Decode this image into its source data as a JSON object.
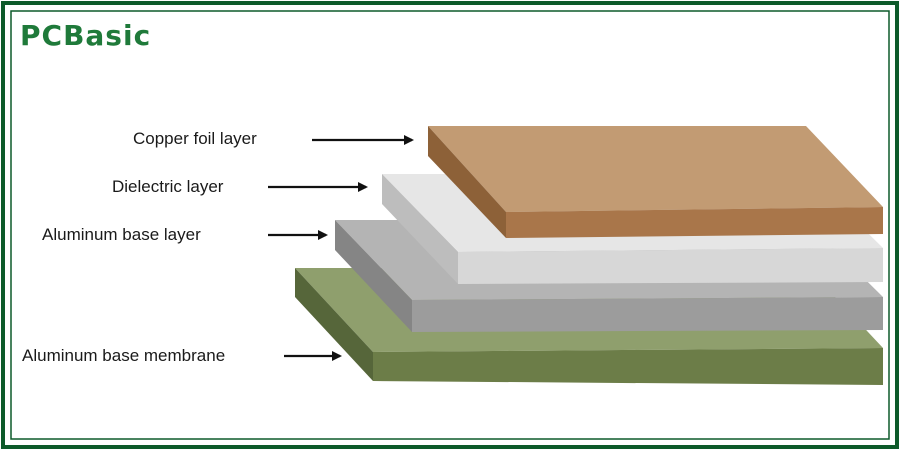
{
  "brand": {
    "logo_text": "PCBasic",
    "color": "#1f7a3a",
    "frame_color": "#0d5a2a"
  },
  "layers": [
    {
      "label": "Copper foil layer",
      "top": "#c29b73",
      "front": "#a9764a",
      "side": "#8d6138"
    },
    {
      "label": "Dielectric layer",
      "top": "#e6e6e6",
      "front": "#d7d7d7",
      "side": "#bdbdbd"
    },
    {
      "label": "Aluminum base layer",
      "top": "#b4b4b4",
      "front": "#9c9c9c",
      "side": "#858585"
    },
    {
      "label": "Aluminum base membrane",
      "top": "#8f9f6d",
      "front": "#6c7d48",
      "side": "#56663a"
    }
  ]
}
